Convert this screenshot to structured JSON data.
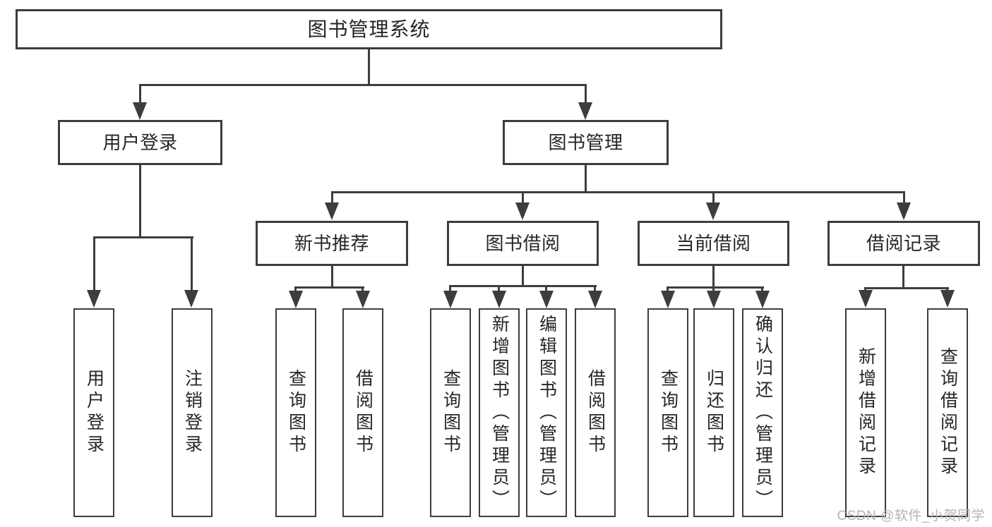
{
  "system": {
    "label": "图书管理系统"
  },
  "modules": {
    "user_login": {
      "label": "用户登录",
      "children": {
        "login": {
          "label": "用户登录"
        },
        "logout": {
          "label": "注销登录"
        }
      }
    },
    "book_management": {
      "label": "图书管理",
      "children": {
        "new_book_recommend": {
          "label": "新书推荐",
          "children": {
            "query_books": {
              "label": "查询图书"
            },
            "borrow_books": {
              "label": "借阅图书"
            }
          }
        },
        "book_borrowing": {
          "label": "图书借阅",
          "children": {
            "query_books": {
              "label": "查询图书"
            },
            "add_books_admin": {
              "label": "新增图书（管理员）"
            },
            "edit_books_admin": {
              "label": "编辑图书（管理员）"
            },
            "borrow_books": {
              "label": "借阅图书"
            }
          }
        },
        "current_borrowing": {
          "label": "当前借阅",
          "children": {
            "query_books": {
              "label": "查询图书"
            },
            "return_books": {
              "label": "归还图书"
            },
            "confirm_return_admin": {
              "label": "确认归还（管理员）"
            }
          }
        },
        "borrowing_records": {
          "label": "借阅记录",
          "children": {
            "add_borrow_record": {
              "label": "新增借阅记录"
            },
            "query_borrow_record": {
              "label": "查询借阅记录"
            }
          }
        }
      }
    }
  },
  "watermark": {
    "label": "CSDN @软件_小贺同学"
  },
  "colors": {
    "line": "#3d3d3d",
    "text": "#262626",
    "watermark": "#b4b4b4",
    "background": "#ffffff"
  }
}
